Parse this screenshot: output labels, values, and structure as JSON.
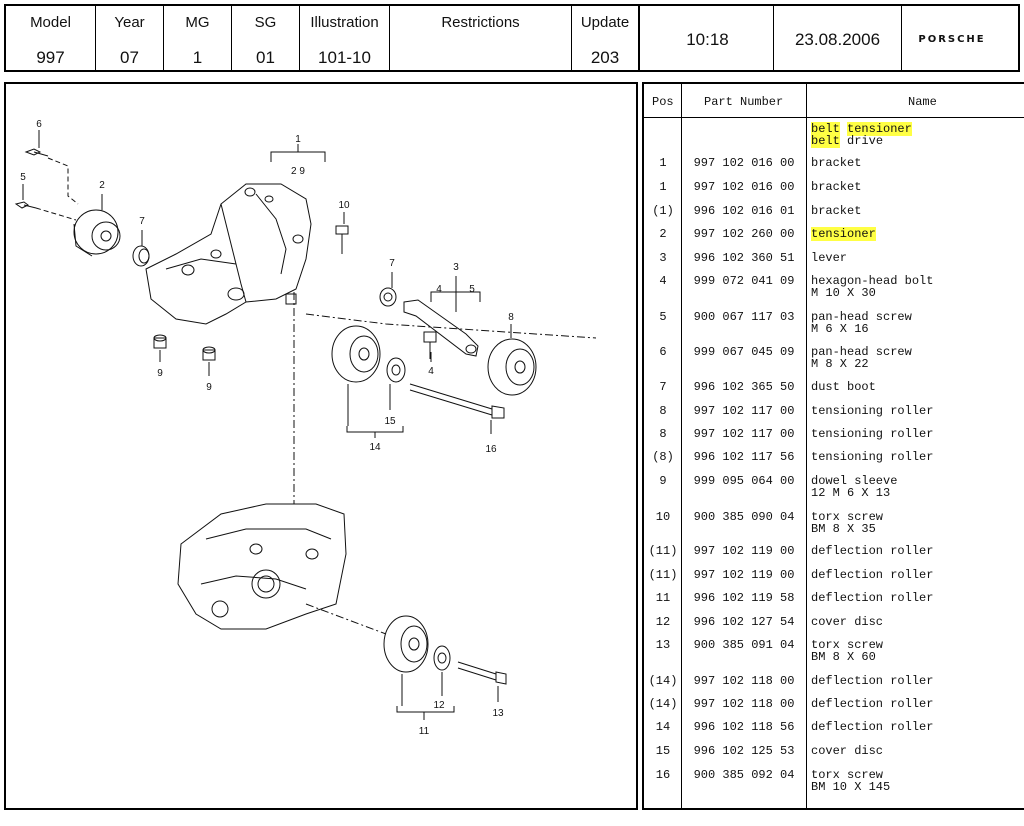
{
  "header": {
    "model_label": "Model",
    "model_value": "997",
    "year_label": "Year",
    "year_value": "07",
    "mg_label": "MG",
    "mg_value": "1",
    "sg_label": "SG",
    "sg_value": "01",
    "illustration_label": "Illustration",
    "illustration_value": "101-10",
    "restrictions_label": "Restrictions",
    "update_label": "Update",
    "update_value": "203",
    "time": "10:18",
    "date": "23.08.2006",
    "brand": "PORSCHE"
  },
  "table": {
    "col_pos": "Pos",
    "col_part": "Part Number",
    "col_name": "Name",
    "group_title_a": "belt",
    "group_title_b": "tensioner",
    "group_sub_a": "belt",
    "group_sub_b": "drive",
    "rows": [
      {
        "pos": "1",
        "part": "997 102 016 00",
        "name": "bracket",
        "name2": "",
        "hl": false
      },
      {
        "pos": "1",
        "part": "997 102 016 00",
        "name": "bracket",
        "name2": "",
        "hl": false
      },
      {
        "pos": "(1)",
        "part": "996 102 016 01",
        "name": "bracket",
        "name2": "",
        "hl": false
      },
      {
        "pos": "2",
        "part": "997 102 260 00",
        "name": "tensioner",
        "name2": "",
        "hl": true
      },
      {
        "pos": "3",
        "part": "996 102 360 51",
        "name": "lever",
        "name2": "",
        "hl": false
      },
      {
        "pos": "4",
        "part": "999 072 041 09",
        "name": "hexagon-head bolt",
        "name2": "M 10 X 30",
        "hl": false
      },
      {
        "pos": "5",
        "part": "900 067 117 03",
        "name": "pan-head screw",
        "name2": "M 6 X 16",
        "hl": false
      },
      {
        "pos": "6",
        "part": "999 067 045 09",
        "name": "pan-head screw",
        "name2": "M 8 X 22",
        "hl": false
      },
      {
        "pos": "7",
        "part": "996 102 365 50",
        "name": "dust boot",
        "name2": "",
        "hl": false
      },
      {
        "pos": "8",
        "part": "997 102 117 00",
        "name": "tensioning roller",
        "name2": "",
        "hl": false
      },
      {
        "pos": "8",
        "part": "997 102 117 00",
        "name": "tensioning roller",
        "name2": "",
        "hl": false
      },
      {
        "pos": "(8)",
        "part": "996 102 117 56",
        "name": "tensioning roller",
        "name2": "",
        "hl": false
      },
      {
        "pos": "9",
        "part": "999 095 064 00",
        "name": "dowel sleeve",
        "name2": "12 M 6 X 13",
        "hl": false
      },
      {
        "pos": "10",
        "part": "900 385 090 04",
        "name": "torx screw",
        "name2": "BM 8 X 35",
        "hl": false
      },
      {
        "pos": "(11)",
        "part": "997 102 119 00",
        "name": "deflection roller",
        "name2": "",
        "hl": false
      },
      {
        "pos": "(11)",
        "part": "997 102 119 00",
        "name": "deflection roller",
        "name2": "",
        "hl": false
      },
      {
        "pos": "11",
        "part": "996 102 119 58",
        "name": "deflection roller",
        "name2": "",
        "hl": false
      },
      {
        "pos": "12",
        "part": "996 102 127 54",
        "name": "cover disc",
        "name2": "",
        "hl": false
      },
      {
        "pos": "13",
        "part": "900 385 091 04",
        "name": "torx screw",
        "name2": "BM 8 X 60",
        "hl": false
      },
      {
        "pos": "(14)",
        "part": "997 102 118 00",
        "name": "deflection roller",
        "name2": "",
        "hl": false
      },
      {
        "pos": "(14)",
        "part": "997 102 118 00",
        "name": "deflection roller",
        "name2": "",
        "hl": false
      },
      {
        "pos": "14",
        "part": "996 102 118 56",
        "name": "deflection roller",
        "name2": "",
        "hl": false
      },
      {
        "pos": "15",
        "part": "996 102 125 53",
        "name": "cover disc",
        "name2": "",
        "hl": false
      },
      {
        "pos": "16",
        "part": "900 385 092 04",
        "name": "torx screw",
        "name2": "BM 10 X 145",
        "hl": false
      }
    ]
  },
  "callouts": {
    "c1": "1",
    "c2": "2",
    "c3": "3",
    "c4": "4",
    "c5": "5",
    "c6": "6",
    "c7": "7",
    "c8": "8",
    "c9": "9",
    "c10": "10",
    "c11": "11",
    "c12": "12",
    "c13": "13",
    "c14": "14",
    "c15": "15",
    "c16": "16",
    "c29": "2  9"
  }
}
